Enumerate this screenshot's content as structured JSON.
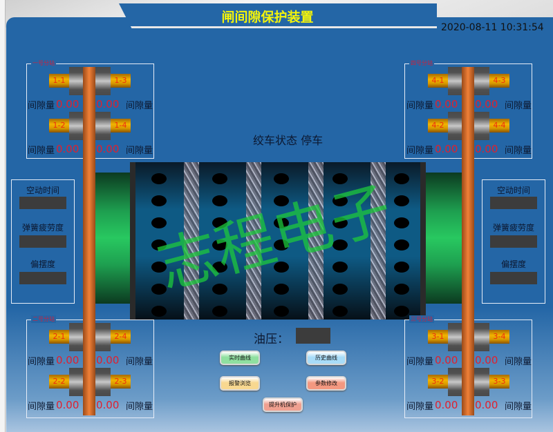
{
  "title": "闸间隙保护装置",
  "datetime": "2020-08-11 10:31:54",
  "winch_status": "绞车状态 停车",
  "gap_label": "间隙量",
  "groups": [
    {
      "id": "g1",
      "label": "一号分站",
      "pads": [
        "1-1",
        "1-3",
        "1-2",
        "1-4"
      ],
      "values": [
        "0.00",
        "0.00",
        "0.00",
        "0.00"
      ]
    },
    {
      "id": "g4",
      "label": "四号分站",
      "pads": [
        "4-1",
        "4-3",
        "4-2",
        "4-4"
      ],
      "values": [
        "0.00",
        "0.00",
        "0.00",
        "0.00"
      ]
    },
    {
      "id": "g2",
      "label": "二号分站",
      "pads": [
        "2-1",
        "2-4",
        "2-2",
        "2-3"
      ],
      "values": [
        "0.00",
        "0.00",
        "0.00",
        "0.00"
      ]
    },
    {
      "id": "g3",
      "label": "三号分站",
      "pads": [
        "3-1",
        "3-4",
        "3-2",
        "3-3"
      ],
      "values": [
        "0.00",
        "0.00",
        "0.00",
        "0.00"
      ]
    }
  ],
  "side_panel": {
    "idle_time": "空动时间",
    "spring_fatigue": "弹簧疲劳度",
    "deflection": "偏摆度"
  },
  "oil_pressure_label": "油压：",
  "buttons": {
    "realtime": "实时曲线",
    "history": "历史曲线",
    "alarm": "报警浏览",
    "params": "参数修改",
    "hoist": "提升机保护"
  },
  "colors": {
    "realtime": "#8fe0a0",
    "history": "#a8dcf8",
    "alarm": "#f8d890",
    "params": "#f49880",
    "hoist": "#f0a090"
  },
  "watermark": "志程电子"
}
